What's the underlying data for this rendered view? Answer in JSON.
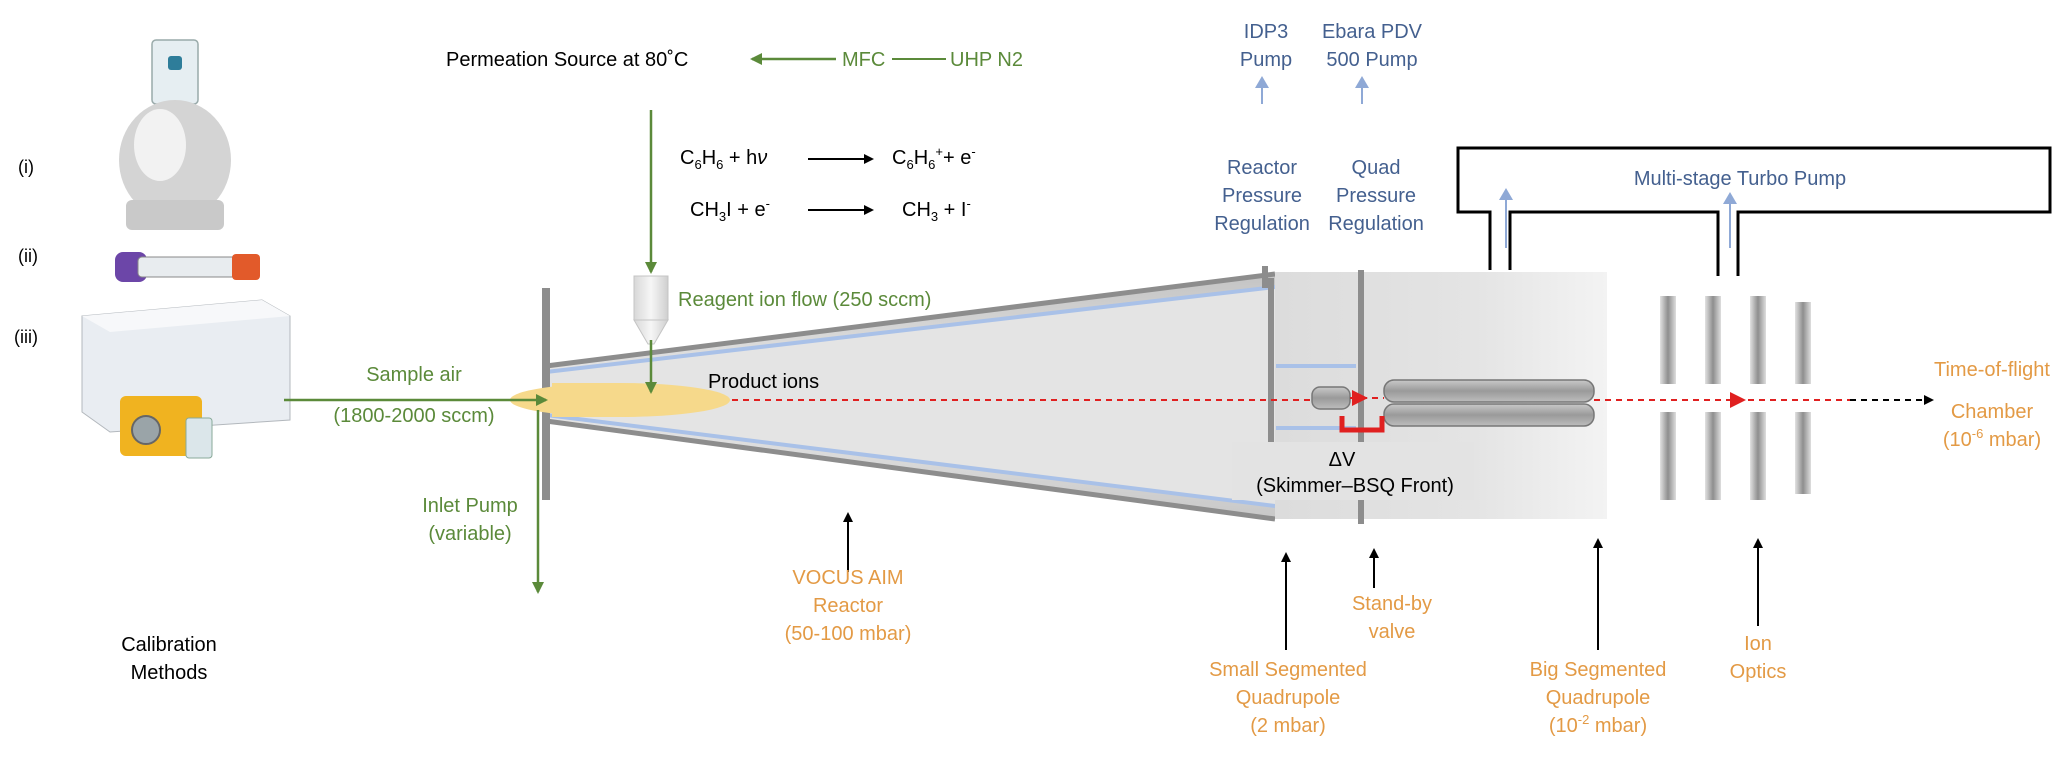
{
  "calibration": {
    "items": [
      {
        "label": "(i)"
      },
      {
        "label": "(ii)"
      },
      {
        "label": "(iii)"
      }
    ],
    "caption_line1": "Calibration",
    "caption_line2": "Methods"
  },
  "source": {
    "permeation": "Permeation Source at 80˚C",
    "mfc": "MFC",
    "gas": "UHP N2"
  },
  "reactions": {
    "r1_left_a": "C",
    "r1_left_sub1": "6",
    "r1_left_b": "H",
    "r1_left_sub2": "6",
    "r1_left_c": " + h",
    "r1_left_nu": "ν",
    "r1_right_a": "C",
    "r1_right_sub1": "6",
    "r1_right_b": "H",
    "r1_right_sub2": "6",
    "r1_right_sup": "+",
    "r1_right_c": "+ e",
    "r1_right_sup2": "-",
    "r2_left_a": "CH",
    "r2_left_sub": "3",
    "r2_left_b": "I + e",
    "r2_left_sup": "-",
    "r2_right_a": "CH",
    "r2_right_sub": "3",
    "r2_right_b": " + I",
    "r2_right_sup": "-"
  },
  "flows": {
    "reagent": "Reagent ion flow (250 sccm)",
    "sample_line1": "Sample air",
    "sample_line2": "(1800-2000 sccm)",
    "inlet_line1": "Inlet Pump",
    "inlet_line2": "(variable)",
    "product": "Product ions"
  },
  "pumps": {
    "idp3_line1": "IDP3",
    "idp3_line2": "Pump",
    "ebara_line1": "Ebara PDV",
    "ebara_line2": "500 Pump",
    "reactor_reg_line1": "Reactor",
    "reactor_reg_line2": "Pressure",
    "reactor_reg_line3": "Regulation",
    "quad_reg_line1": "Quad",
    "quad_reg_line2": "Pressure",
    "quad_reg_line3": "Regulation",
    "turbo": "Multi-stage Turbo Pump"
  },
  "components": {
    "reactor_line1": "VOCUS AIM",
    "reactor_line2": "Reactor",
    "reactor_line3": "(50-100 mbar)",
    "ssq_line1": "Small  Segmented",
    "ssq_line2": "Quadrupole",
    "ssq_line3": "(2 mbar)",
    "standby_line1": "Stand-by",
    "standby_line2": "valve",
    "bsq_line1": "Big Segmented",
    "bsq_line2": "Quadrupole",
    "bsq_line3_a": "(10",
    "bsq_line3_sup": "-2",
    "bsq_line3_b": " mbar)",
    "ion_line1": "Ion",
    "ion_line2": "Optics",
    "tof_line1": "Time-of-flight",
    "tof_line2": "Chamber",
    "tof_line3_a": "(10",
    "tof_line3_sup": "-6",
    "tof_line3_b": " mbar)"
  },
  "delta_v": {
    "symbol": "ΔV",
    "description": "(Skimmer–BSQ Front)"
  },
  "colors": {
    "green": "#5b8a3a",
    "blue": "#44608f",
    "orange": "#e39a45",
    "red": "#e02020",
    "pump_arrow": "#8fa9d6"
  }
}
